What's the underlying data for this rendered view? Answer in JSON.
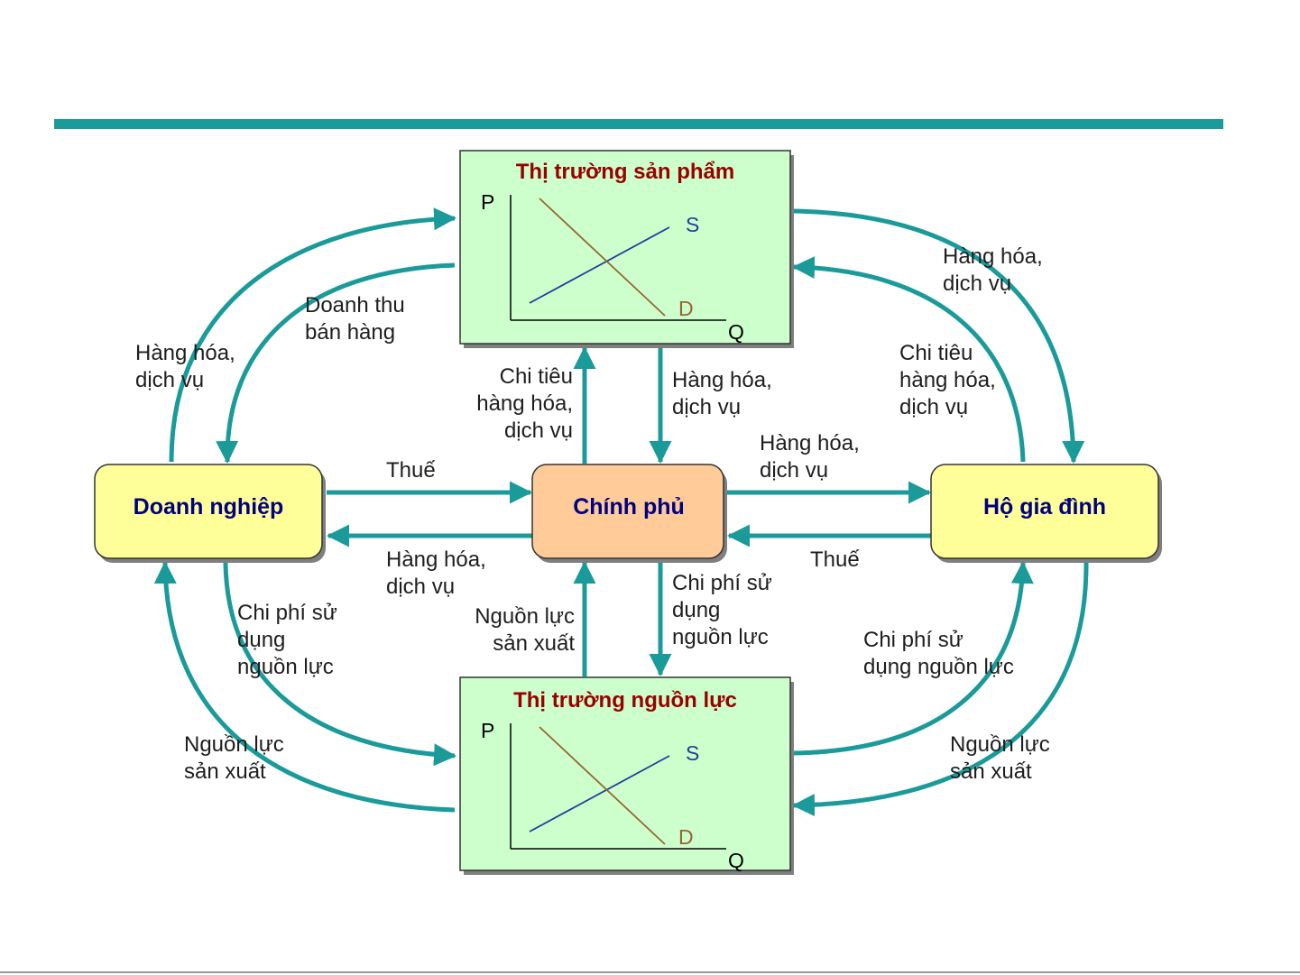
{
  "colors": {
    "flow": "#1b9a9a",
    "top_bar": "#1b9a9a",
    "market_fill": "#ccffcc",
    "actor_fill": "#ffff99",
    "government_fill": "#ffcc99",
    "node_text": "#000080",
    "market_title": "#990000",
    "supply_line": "#1f3f9a",
    "demand_line": "#996633",
    "footer_line": "#9a9a9a"
  },
  "nodes": {
    "product_market": {
      "title": "Thị trường sản phẩm",
      "axis_p": "P",
      "axis_q": "Q",
      "supply": "S",
      "demand": "D"
    },
    "resource_market": {
      "title": "Thị trường nguồn lực",
      "axis_p": "P",
      "axis_q": "Q",
      "supply": "S",
      "demand": "D"
    },
    "firms": {
      "title": "Doanh nghiệp"
    },
    "government": {
      "title": "Chính phủ"
    },
    "households": {
      "title": "Hộ gia đình"
    }
  },
  "flows": {
    "firm_to_product": [
      "Hàng hóa,",
      "dịch vụ"
    ],
    "product_to_firm": [
      "Doanh thu",
      "bán hàng"
    ],
    "product_to_household": [
      "Hàng hóa,",
      "dịch vụ"
    ],
    "household_to_product": [
      "Chi tiêu",
      "hàng hóa,",
      "dịch vụ"
    ],
    "gov_to_product": [
      "Chi tiêu",
      "hàng hóa,",
      "dịch vụ"
    ],
    "product_to_gov": [
      "Hàng hóa,",
      "dịch vụ"
    ],
    "firm_to_gov": [
      "Thuế"
    ],
    "gov_to_firm": [
      "Hàng hóa,",
      "dịch vụ"
    ],
    "gov_to_household": [
      "Hàng hóa,",
      "dịch vụ"
    ],
    "household_to_gov": [
      "Thuế"
    ],
    "resource_to_gov": [
      "Nguồn lực",
      "sản xuất"
    ],
    "gov_to_resource": [
      "Chi phí sử",
      "dụng",
      "nguồn lực"
    ],
    "firm_to_resource": [
      "Chi phí sử",
      "dụng",
      "nguồn lực"
    ],
    "resource_to_firm": [
      "Nguồn lực",
      "sản xuất"
    ],
    "household_to_resource": [
      "Nguồn lực",
      "sản xuất"
    ],
    "resource_to_household": [
      "Chi phí sử",
      "dụng nguồn lực"
    ]
  }
}
